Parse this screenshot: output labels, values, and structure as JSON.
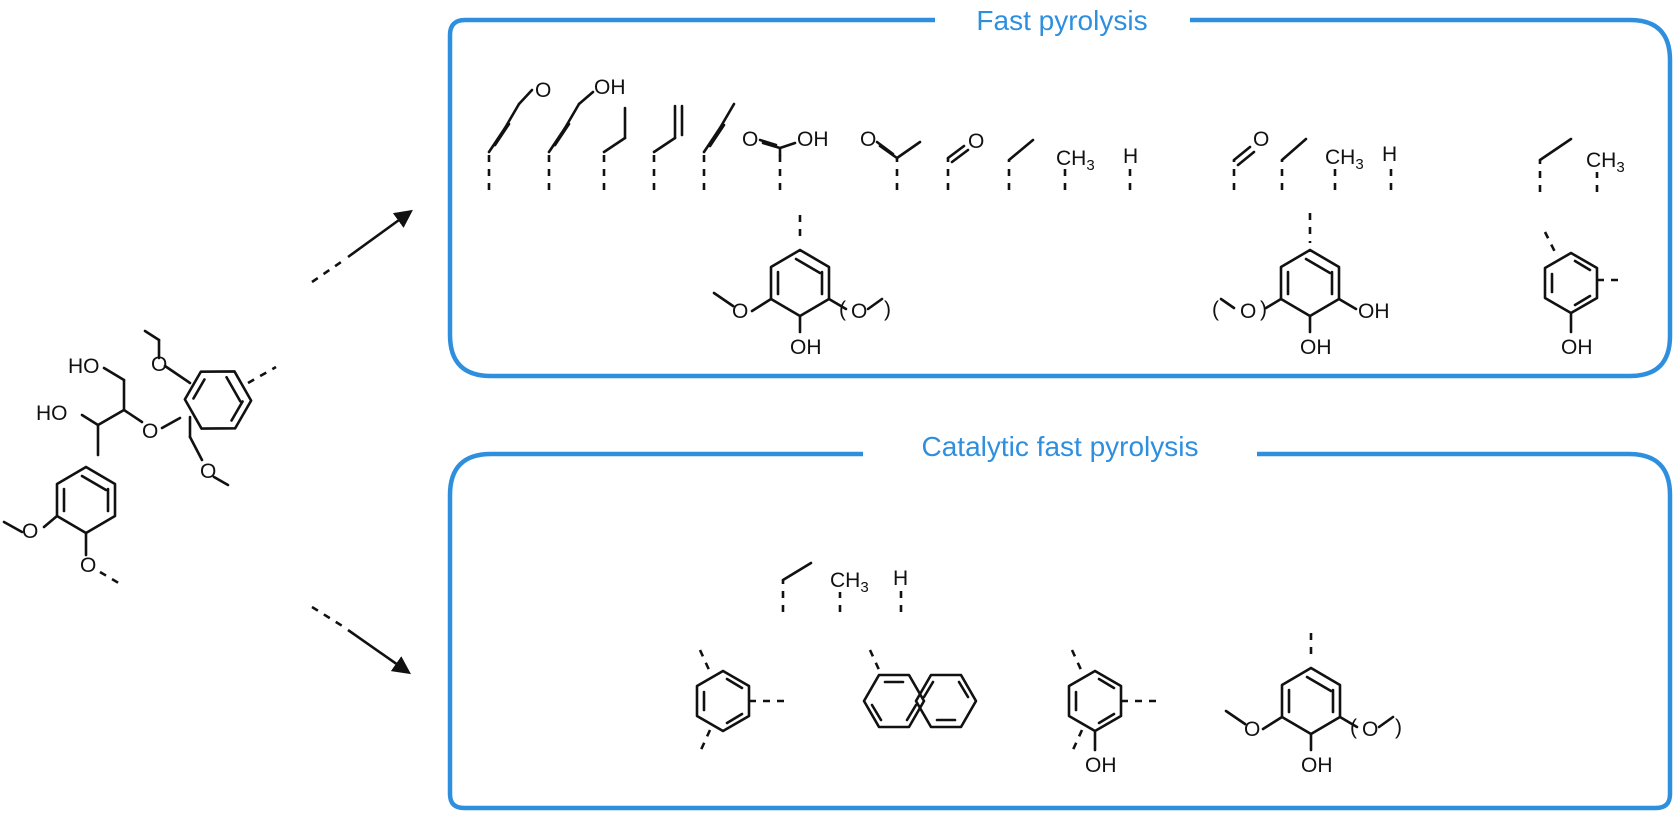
{
  "colors": {
    "panel_accent": "#2f8fdf",
    "ink": "#111111"
  },
  "panels": {
    "fast": {
      "title": "Fast pyrolysis"
    },
    "catalytic": {
      "title": "Catalytic fast pyrolysis"
    }
  },
  "lignin_model": {
    "labels": {
      "ho_top": "HO",
      "ho_mid": "HO",
      "ether_o": "O"
    }
  },
  "fast_labels": {
    "aldehyde_o": "O",
    "allyl_oh": "OH",
    "acid_o": "O",
    "acid_oh": "OH",
    "ketone_o": "O",
    "formyl_o": "O",
    "methyl": "CH3",
    "hydrogen": "H",
    "ring1_oh": "OH",
    "ring1_o": "O",
    "grp2_formyl_o": "O",
    "grp2_methyl": "CH3",
    "grp2_h": "H",
    "ring2_o": "O",
    "ring2_oh_right": "OH",
    "ring2_oh_bottom": "OH",
    "grp3_methyl": "CH3",
    "ring3_oh": "OH"
  },
  "catalytic_labels": {
    "methyl": "CH3",
    "hydrogen": "H",
    "phenol_oh": "OH",
    "guaiacyl_oh": "OH",
    "guaiacyl_o": "O"
  }
}
